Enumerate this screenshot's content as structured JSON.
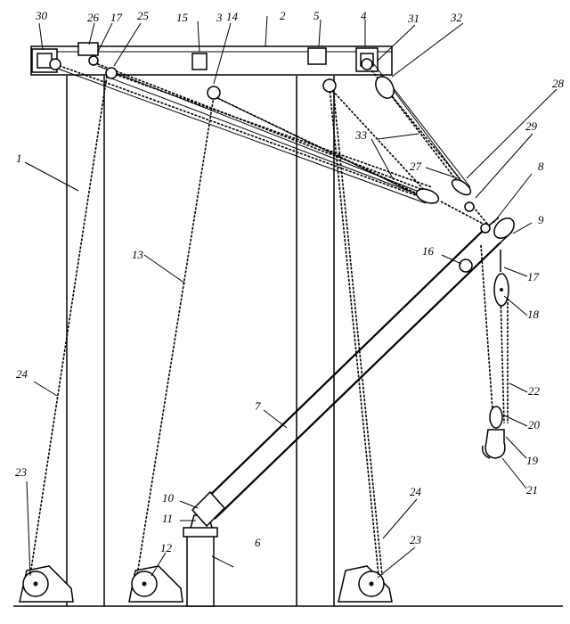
{
  "labels": {
    "l1": "1",
    "l2": "2",
    "l3": "3",
    "l4": "4",
    "l5": "5",
    "l6": "6",
    "l7": "7",
    "l8": "8",
    "l9": "9",
    "l10": "10",
    "l11": "11",
    "l12": "12",
    "l13": "13",
    "l14": "14",
    "l15": "15",
    "l16": "16",
    "l17a": "17",
    "l17b": "17",
    "l18": "18",
    "l19": "19",
    "l20": "20",
    "l21": "21",
    "l22": "22",
    "l23a": "23",
    "l23b": "23",
    "l24a": "24",
    "l24b": "24",
    "l25": "25",
    "l26": "26",
    "l27": "27",
    "l28": "28",
    "l29": "29",
    "l30": "30",
    "l31": "31",
    "l32": "32",
    "l33": "33"
  }
}
